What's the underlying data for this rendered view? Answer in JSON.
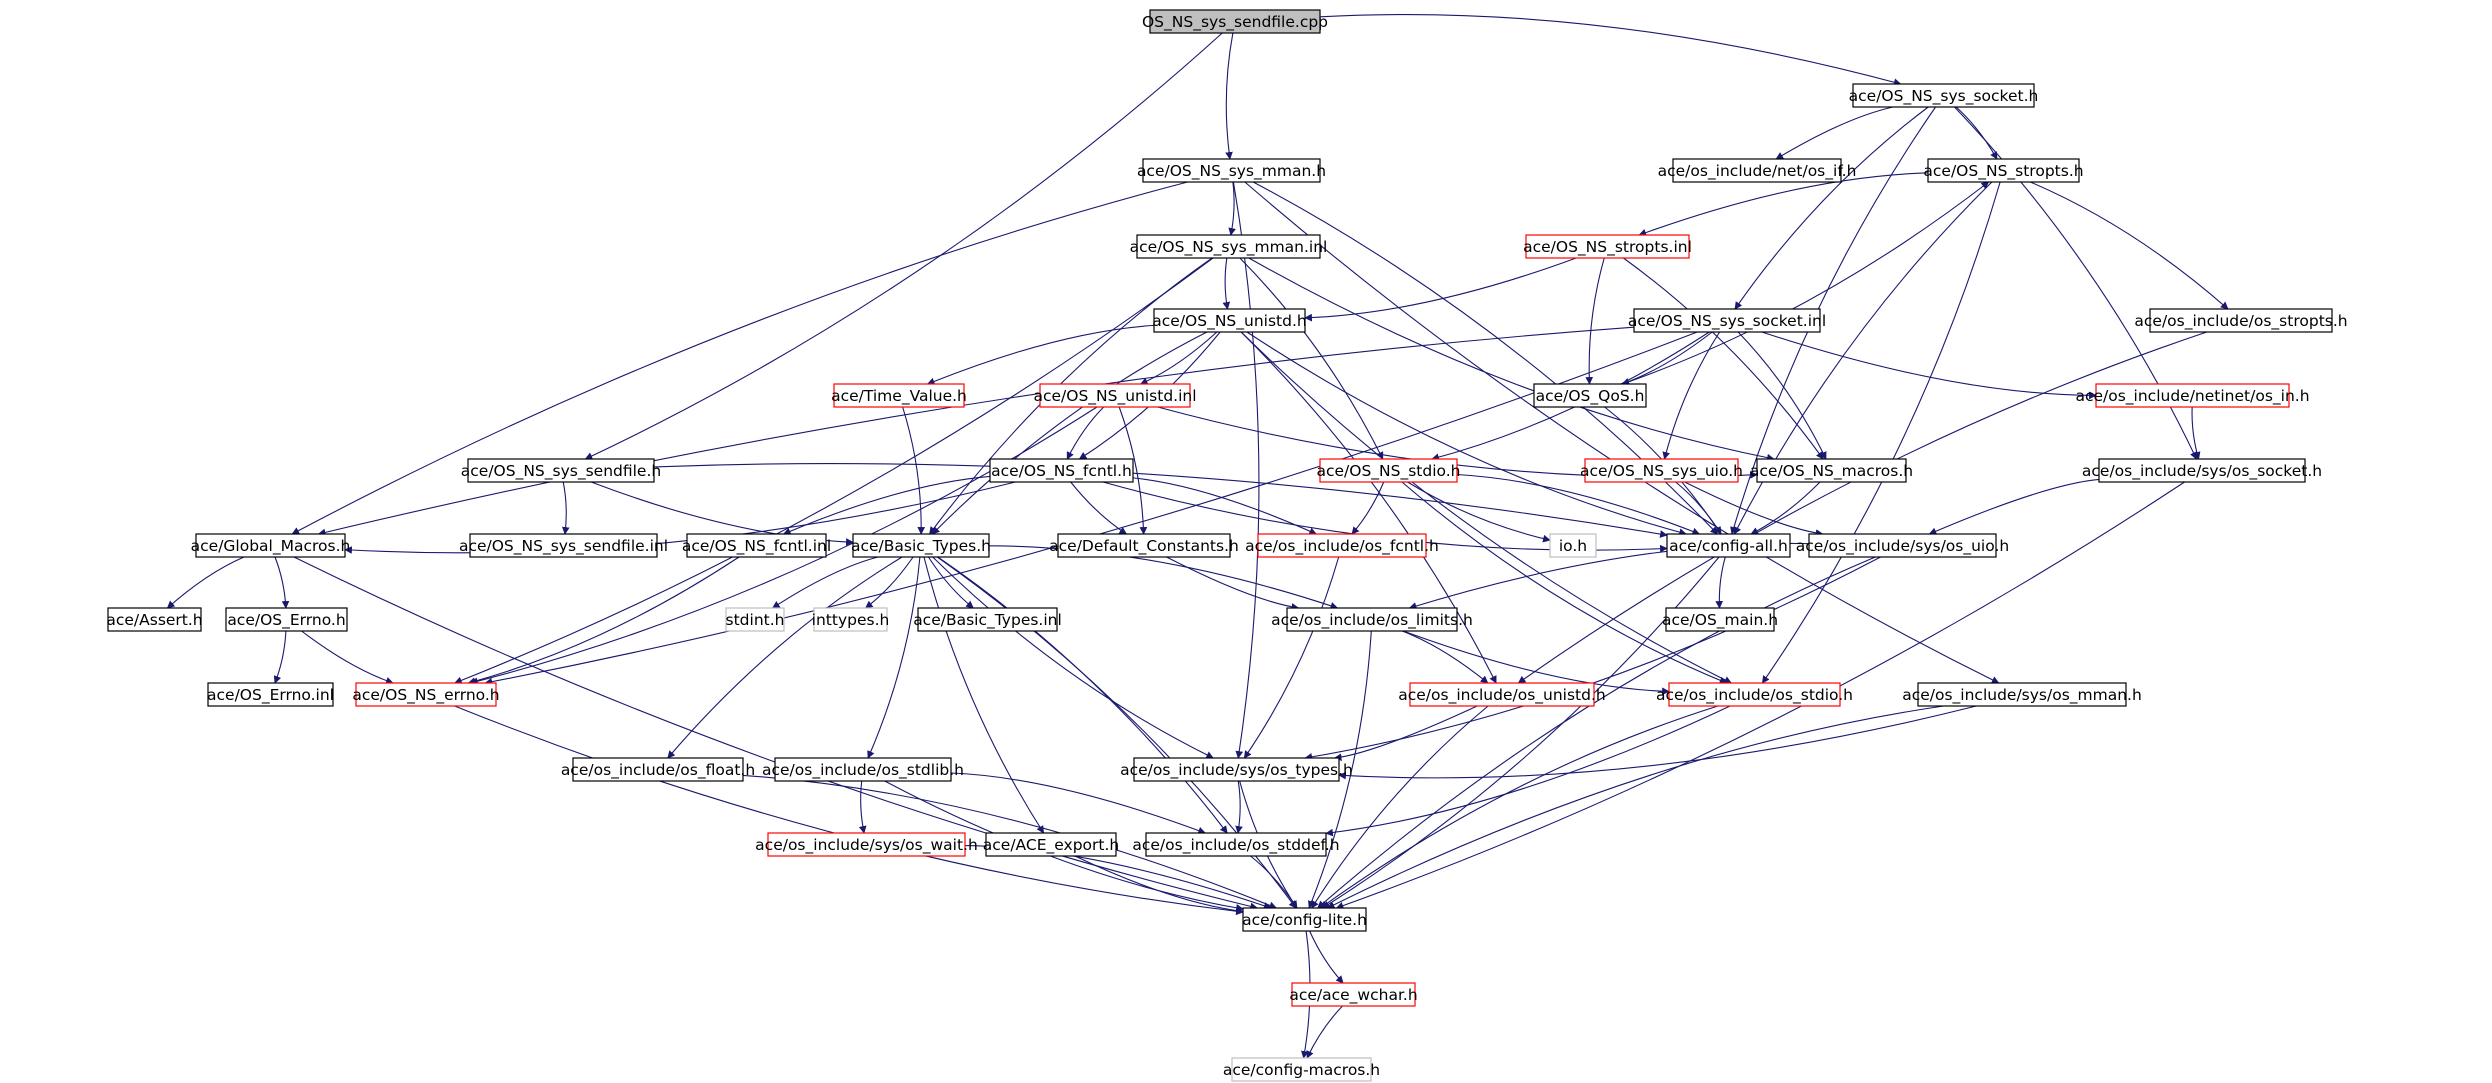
{
  "colors": {
    "edge": "#191970",
    "box_black": "#000000",
    "box_red": "#ff0000",
    "box_gray": "#bfbfbf",
    "root_fill": "#bfbfbf"
  },
  "nodes": [
    {
      "id": "root",
      "label": "OS_NS_sys_sendfile.cpp",
      "style": "root"
    },
    {
      "id": "sys_socket_h",
      "label": "ace/OS_NS_sys_socket.h",
      "style": "black"
    },
    {
      "id": "sys_mman_h",
      "label": "ace/OS_NS_sys_mman.h",
      "style": "black"
    },
    {
      "id": "net_if_h",
      "label": "ace/os_include/net/os_if.h",
      "style": "black"
    },
    {
      "id": "stropts_h",
      "label": "ace/OS_NS_stropts.h",
      "style": "black"
    },
    {
      "id": "sys_mman_inl",
      "label": "ace/OS_NS_sys_mman.inl",
      "style": "black"
    },
    {
      "id": "stropts_inl",
      "label": "ace/OS_NS_stropts.inl",
      "style": "red"
    },
    {
      "id": "unistd_h",
      "label": "ace/OS_NS_unistd.h",
      "style": "black"
    },
    {
      "id": "sys_socket_inl",
      "label": "ace/OS_NS_sys_socket.inl",
      "style": "black"
    },
    {
      "id": "os_stropts_h",
      "label": "ace/os_include/os_stropts.h",
      "style": "black"
    },
    {
      "id": "time_value_h",
      "label": "ace/Time_Value.h",
      "style": "red"
    },
    {
      "id": "unistd_inl",
      "label": "ace/OS_NS_unistd.inl",
      "style": "red"
    },
    {
      "id": "qos_h",
      "label": "ace/OS_QoS.h",
      "style": "black"
    },
    {
      "id": "netinet_in_h",
      "label": "ace/os_include/netinet/os_in.h",
      "style": "red"
    },
    {
      "id": "sys_sendfile_h",
      "label": "ace/OS_NS_sys_sendfile.h",
      "style": "black"
    },
    {
      "id": "fcntl_h",
      "label": "ace/OS_NS_fcntl.h",
      "style": "black"
    },
    {
      "id": "stdio_h",
      "label": "ace/OS_NS_stdio.h",
      "style": "red"
    },
    {
      "id": "sys_uio_h",
      "label": "ace/OS_NS_sys_uio.h",
      "style": "red"
    },
    {
      "id": "macros_h",
      "label": "ace/OS_NS_macros.h",
      "style": "black"
    },
    {
      "id": "os_sys_socket_h",
      "label": "ace/os_include/sys/os_socket.h",
      "style": "black"
    },
    {
      "id": "global_macros_h",
      "label": "ace/Global_Macros.h",
      "style": "black"
    },
    {
      "id": "sys_sendfile_inl",
      "label": "ace/OS_NS_sys_sendfile.inl",
      "style": "black"
    },
    {
      "id": "fcntl_inl",
      "label": "ace/OS_NS_fcntl.inl",
      "style": "black"
    },
    {
      "id": "basic_types_h",
      "label": "ace/Basic_Types.h",
      "style": "black"
    },
    {
      "id": "default_constants_h",
      "label": "ace/Default_Constants.h",
      "style": "black"
    },
    {
      "id": "os_fcntl_h",
      "label": "ace/os_include/os_fcntl.h",
      "style": "red"
    },
    {
      "id": "io_h",
      "label": "io.h",
      "style": "gray"
    },
    {
      "id": "config_all_h",
      "label": "ace/config-all.h",
      "style": "black"
    },
    {
      "id": "os_sys_uio_h",
      "label": "ace/os_include/sys/os_uio.h",
      "style": "black"
    },
    {
      "id": "assert_h",
      "label": "ace/Assert.h",
      "style": "black"
    },
    {
      "id": "errno_h",
      "label": "ace/OS_Errno.h",
      "style": "black"
    },
    {
      "id": "stdint_h",
      "label": "stdint.h",
      "style": "gray"
    },
    {
      "id": "inttypes_h",
      "label": "inttypes.h",
      "style": "gray"
    },
    {
      "id": "basic_types_inl",
      "label": "ace/Basic_Types.inl",
      "style": "black"
    },
    {
      "id": "os_limits_h",
      "label": "ace/os_include/os_limits.h",
      "style": "black"
    },
    {
      "id": "os_main_h",
      "label": "ace/OS_main.h",
      "style": "black"
    },
    {
      "id": "errno_inl",
      "label": "ace/OS_Errno.inl",
      "style": "black"
    },
    {
      "id": "ns_errno_h",
      "label": "ace/OS_NS_errno.h",
      "style": "red"
    },
    {
      "id": "os_unistd_h",
      "label": "ace/os_include/os_unistd.h",
      "style": "red"
    },
    {
      "id": "os_stdio_h",
      "label": "ace/os_include/os_stdio.h",
      "style": "red"
    },
    {
      "id": "os_sys_mman_h",
      "label": "ace/os_include/sys/os_mman.h",
      "style": "black"
    },
    {
      "id": "os_float_h",
      "label": "ace/os_include/os_float.h",
      "style": "black"
    },
    {
      "id": "os_stdlib_h",
      "label": "ace/os_include/os_stdlib.h",
      "style": "black"
    },
    {
      "id": "os_sys_types_h",
      "label": "ace/os_include/sys/os_types.h",
      "style": "black"
    },
    {
      "id": "os_sys_wait_h",
      "label": "ace/os_include/sys/os_wait.h",
      "style": "red"
    },
    {
      "id": "ace_export_h",
      "label": "ace/ACE_export.h",
      "style": "black"
    },
    {
      "id": "os_stddef_h",
      "label": "ace/os_include/os_stddef.h",
      "style": "black"
    },
    {
      "id": "config_lite_h",
      "label": "ace/config-lite.h",
      "style": "black"
    },
    {
      "id": "ace_wchar_h",
      "label": "ace/ace_wchar.h",
      "style": "red"
    },
    {
      "id": "config_macros_h",
      "label": "ace/config-macros.h",
      "style": "gray"
    }
  ],
  "edges": [
    [
      "root",
      "sys_socket_h"
    ],
    [
      "root",
      "sys_mman_h"
    ],
    [
      "root",
      "sys_sendfile_h"
    ],
    [
      "sys_socket_h",
      "net_if_h"
    ],
    [
      "sys_socket_h",
      "stropts_h"
    ],
    [
      "sys_socket_h",
      "sys_socket_inl"
    ],
    [
      "sys_socket_h",
      "os_sys_socket_h"
    ],
    [
      "sys_socket_h",
      "config_all_h"
    ],
    [
      "sys_mman_h",
      "sys_mman_inl"
    ],
    [
      "sys_mman_h",
      "global_macros_h"
    ],
    [
      "sys_mman_h",
      "os_sys_types_h"
    ],
    [
      "sys_mman_h",
      "os_sys_mman_h"
    ],
    [
      "sys_mman_h",
      "config_all_h"
    ],
    [
      "stropts_h",
      "stropts_inl"
    ],
    [
      "stropts_h",
      "os_stropts_h"
    ],
    [
      "stropts_h",
      "config_all_h"
    ],
    [
      "stropts_h",
      "os_stdio_h"
    ],
    [
      "sys_mman_inl",
      "unistd_h"
    ],
    [
      "sys_mman_inl",
      "stdio_h"
    ],
    [
      "sys_mman_inl",
      "macros_h"
    ],
    [
      "sys_mman_inl",
      "ns_errno_h"
    ],
    [
      "sys_mman_inl",
      "basic_types_h"
    ],
    [
      "stropts_inl",
      "unistd_h"
    ],
    [
      "stropts_inl",
      "qos_h"
    ],
    [
      "stropts_inl",
      "macros_h"
    ],
    [
      "unistd_h",
      "time_value_h"
    ],
    [
      "unistd_h",
      "unistd_inl"
    ],
    [
      "unistd_h",
      "basic_types_h"
    ],
    [
      "unistd_h",
      "os_unistd_h"
    ],
    [
      "unistd_h",
      "config_all_h"
    ],
    [
      "unistd_h",
      "fcntl_h"
    ],
    [
      "unistd_h",
      "os_stdio_h"
    ],
    [
      "sys_socket_inl",
      "qos_h"
    ],
    [
      "sys_socket_inl",
      "netinet_in_h"
    ],
    [
      "sys_socket_inl",
      "stdio_h"
    ],
    [
      "sys_socket_inl",
      "sys_uio_h"
    ],
    [
      "sys_socket_inl",
      "macros_h"
    ],
    [
      "sys_socket_inl",
      "global_macros_h"
    ],
    [
      "sys_socket_inl",
      "ns_errno_h"
    ],
    [
      "os_stropts_h",
      "os_unistd_h"
    ],
    [
      "time_value_h",
      "basic_types_h"
    ],
    [
      "unistd_inl",
      "fcntl_h"
    ],
    [
      "unistd_inl",
      "default_constants_h"
    ],
    [
      "unistd_inl",
      "macros_h"
    ],
    [
      "unistd_inl",
      "ns_errno_h"
    ],
    [
      "qos_h",
      "stropts_h"
    ],
    [
      "qos_h",
      "config_all_h"
    ],
    [
      "netinet_in_h",
      "os_sys_socket_h"
    ],
    [
      "sys_sendfile_h",
      "sys_sendfile_inl"
    ],
    [
      "sys_sendfile_h",
      "basic_types_h"
    ],
    [
      "sys_sendfile_h",
      "config_all_h"
    ],
    [
      "fcntl_h",
      "fcntl_inl"
    ],
    [
      "fcntl_h",
      "global_macros_h"
    ],
    [
      "fcntl_h",
      "default_constants_h"
    ],
    [
      "fcntl_h",
      "os_fcntl_h"
    ],
    [
      "fcntl_h",
      "config_all_h"
    ],
    [
      "stdio_h",
      "os_fcntl_h"
    ],
    [
      "stdio_h",
      "io_h"
    ],
    [
      "stdio_h",
      "config_all_h"
    ],
    [
      "stdio_h",
      "os_stdio_h"
    ],
    [
      "sys_uio_h",
      "config_all_h"
    ],
    [
      "sys_uio_h",
      "os_sys_uio_h"
    ],
    [
      "macros_h",
      "config_all_h"
    ],
    [
      "os_sys_socket_h",
      "os_sys_uio_h"
    ],
    [
      "os_sys_socket_h",
      "config_lite_h"
    ],
    [
      "global_macros_h",
      "assert_h"
    ],
    [
      "global_macros_h",
      "errno_h"
    ],
    [
      "global_macros_h",
      "config_lite_h"
    ],
    [
      "fcntl_inl",
      "ns_errno_h"
    ],
    [
      "basic_types_h",
      "stdint_h"
    ],
    [
      "basic_types_h",
      "inttypes_h"
    ],
    [
      "basic_types_h",
      "basic_types_inl"
    ],
    [
      "basic_types_h",
      "os_limits_h"
    ],
    [
      "basic_types_h",
      "os_float_h"
    ],
    [
      "basic_types_h",
      "os_stdlib_h"
    ],
    [
      "basic_types_h",
      "ace_export_h"
    ],
    [
      "basic_types_h",
      "os_stddef_h"
    ],
    [
      "basic_types_h",
      "os_sys_types_h"
    ],
    [
      "basic_types_h",
      "config_lite_h"
    ],
    [
      "default_constants_h",
      "os_limits_h"
    ],
    [
      "os_fcntl_h",
      "os_sys_types_h"
    ],
    [
      "config_all_h",
      "os_main_h"
    ],
    [
      "config_all_h",
      "config_lite_h"
    ],
    [
      "os_sys_uio_h",
      "os_limits_h"
    ],
    [
      "os_sys_uio_h",
      "os_sys_types_h"
    ],
    [
      "os_sys_uio_h",
      "config_lite_h"
    ],
    [
      "errno_h",
      "errno_inl"
    ],
    [
      "errno_h",
      "ns_errno_h"
    ],
    [
      "os_limits_h",
      "os_unistd_h"
    ],
    [
      "os_limits_h",
      "os_stdio_h"
    ],
    [
      "os_limits_h",
      "config_lite_h"
    ],
    [
      "ns_errno_h",
      "config_lite_h"
    ],
    [
      "os_unistd_h",
      "os_sys_types_h"
    ],
    [
      "os_unistd_h",
      "config_lite_h"
    ],
    [
      "os_stdio_h",
      "os_stddef_h"
    ],
    [
      "os_stdio_h",
      "config_lite_h"
    ],
    [
      "os_sys_mman_h",
      "os_sys_types_h"
    ],
    [
      "os_sys_mman_h",
      "config_lite_h"
    ],
    [
      "os_float_h",
      "config_lite_h"
    ],
    [
      "os_stdlib_h",
      "os_sys_wait_h"
    ],
    [
      "os_stdlib_h",
      "os_stddef_h"
    ],
    [
      "os_stdlib_h",
      "config_lite_h"
    ],
    [
      "os_sys_types_h",
      "os_stddef_h"
    ],
    [
      "os_sys_types_h",
      "config_lite_h"
    ],
    [
      "os_sys_wait_h",
      "config_lite_h"
    ],
    [
      "ace_export_h",
      "config_lite_h"
    ],
    [
      "os_stddef_h",
      "config_lite_h"
    ],
    [
      "config_lite_h",
      "ace_wchar_h"
    ],
    [
      "config_lite_h",
      "config_macros_h"
    ],
    [
      "ace_wchar_h",
      "config_macros_h"
    ]
  ]
}
